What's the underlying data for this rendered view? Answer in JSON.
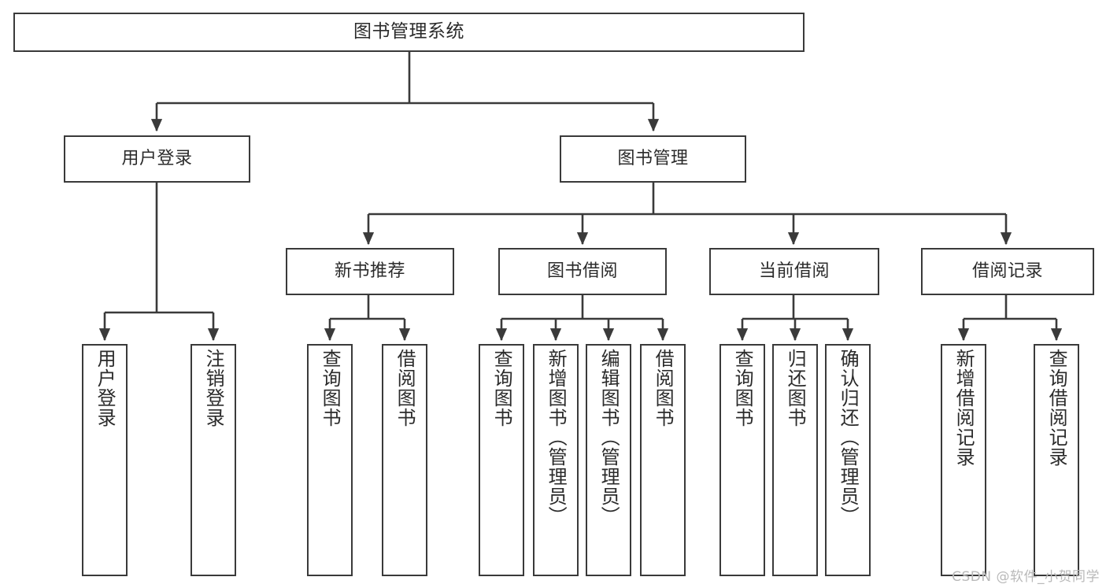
{
  "diagram": {
    "type": "tree-hierarchy-chart",
    "title": "图书管理系统",
    "stroke_color": "#3a3a3a",
    "background_color": "#ffffff",
    "text_color": "#2b2b2b",
    "levels": [
      {
        "level": 1,
        "nodes": [
          {
            "id": "root",
            "label": "图书管理系统",
            "orientation": "horizontal"
          }
        ]
      },
      {
        "level": 2,
        "nodes": [
          {
            "id": "user-login",
            "label": "用户登录",
            "orientation": "horizontal"
          },
          {
            "id": "book-manage",
            "label": "图书管理",
            "orientation": "horizontal"
          }
        ]
      },
      {
        "level": 3,
        "nodes": [
          {
            "id": "new-book-recommend",
            "label": "新书推荐",
            "orientation": "horizontal"
          },
          {
            "id": "book-borrow",
            "label": "图书借阅",
            "orientation": "horizontal"
          },
          {
            "id": "current-borrow",
            "label": "当前借阅",
            "orientation": "horizontal"
          },
          {
            "id": "borrow-record",
            "label": "借阅记录",
            "orientation": "horizontal"
          }
        ]
      },
      {
        "level": 4,
        "nodes": [
          {
            "id": "leaf-user-login",
            "label": "用户登录",
            "orientation": "vertical",
            "parent": "user-login"
          },
          {
            "id": "leaf-logout-login",
            "label": "注销登录",
            "orientation": "vertical",
            "parent": "user-login"
          },
          {
            "id": "leaf-query-book-1",
            "label": "查询图书",
            "orientation": "vertical",
            "parent": "new-book-recommend"
          },
          {
            "id": "leaf-borrow-book-1",
            "label": "借阅图书",
            "orientation": "vertical",
            "parent": "new-book-recommend"
          },
          {
            "id": "leaf-query-book-2",
            "label": "查询图书",
            "orientation": "vertical",
            "parent": "book-borrow"
          },
          {
            "id": "leaf-add-book",
            "label": "新增图书（管理员）",
            "orientation": "vertical",
            "parent": "book-borrow"
          },
          {
            "id": "leaf-edit-book",
            "label": "编辑图书（管理员）",
            "orientation": "vertical",
            "parent": "book-borrow"
          },
          {
            "id": "leaf-borrow-book-2",
            "label": "借阅图书",
            "orientation": "vertical",
            "parent": "book-borrow"
          },
          {
            "id": "leaf-query-book-3",
            "label": "查询图书",
            "orientation": "vertical",
            "parent": "current-borrow"
          },
          {
            "id": "leaf-return-book",
            "label": "归还图书",
            "orientation": "vertical",
            "parent": "current-borrow"
          },
          {
            "id": "leaf-confirm-return",
            "label": "确认归还（管理员）",
            "orientation": "vertical",
            "parent": "current-borrow"
          },
          {
            "id": "leaf-add-record",
            "label": "新增借阅记录",
            "orientation": "vertical",
            "parent": "borrow-record"
          },
          {
            "id": "leaf-query-record",
            "label": "查询借阅记录",
            "orientation": "vertical",
            "parent": "borrow-record"
          }
        ]
      }
    ]
  },
  "watermark": {
    "text": "CSDN @软件_小贺同学",
    "color": "#b9b9b9"
  }
}
